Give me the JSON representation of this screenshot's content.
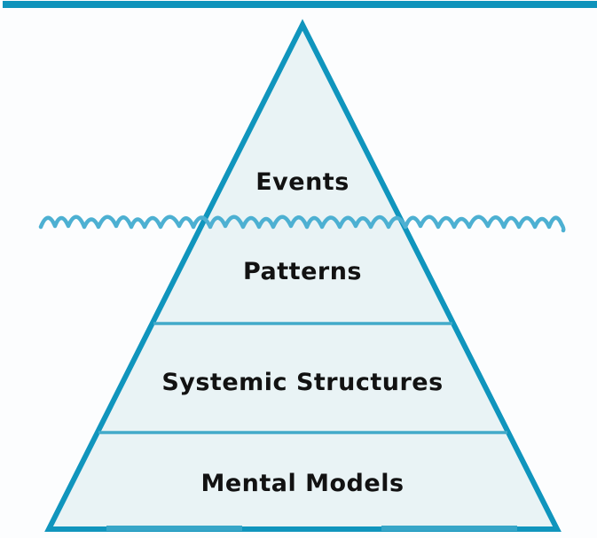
{
  "diagram": {
    "type": "iceberg-pyramid",
    "layers": [
      {
        "label": "Events"
      },
      {
        "label": "Patterns"
      },
      {
        "label": "Systemic Structures"
      },
      {
        "label": "Mental Models"
      }
    ],
    "waterline_icon": "wave-line-icon",
    "colors": {
      "top_bar": "#0e93bb",
      "triangle_outline": "#1095bd",
      "triangle_fill": "#e9f3f5",
      "wave": "#4db0d2",
      "divider": "#42aac9",
      "bottom_edge_accent": "#38a6c8",
      "label_text": "#121212",
      "background": "#fcfdfe"
    }
  }
}
